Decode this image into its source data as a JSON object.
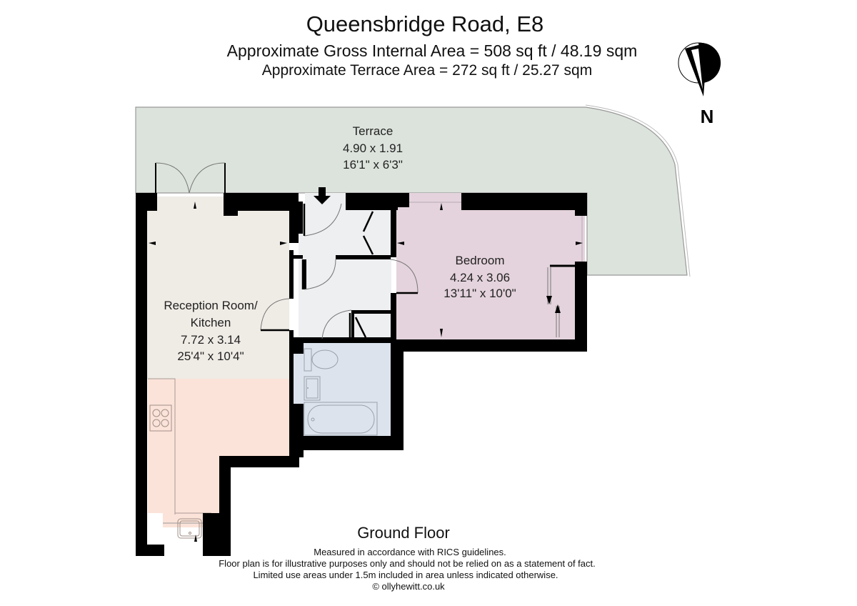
{
  "header": {
    "title": "Queensbridge Road, E8",
    "gross_internal_area": "Approximate Gross Internal Area = 508 sq ft / 48.19 sqm",
    "terrace_area": "Approximate Terrace Area = 272 sq ft / 25.27 sqm"
  },
  "compass": {
    "icon": "north-arrow-icon",
    "label": "N"
  },
  "rooms": {
    "terrace": {
      "name": "Terrace",
      "metric": "4.90 x 1.91",
      "imperial": "16'1\" x 6'3\"",
      "color": "#dce3dc"
    },
    "bedroom": {
      "name": "Bedroom",
      "metric": "4.24 x 3.06",
      "imperial": "13'11\" x 10'0\"",
      "color": "#e4d3dc"
    },
    "reception": {
      "name_line1": "Reception Room/",
      "name_line2": "Kitchen",
      "metric": "7.72 x 3.14",
      "imperial": "25'4\" x 10'4\"",
      "color": "#efebe5"
    },
    "kitchen_area": {
      "color": "#fbe3d9"
    },
    "hallway": {
      "color": "#eeeff1"
    },
    "bathroom": {
      "color": "#dce3ec"
    }
  },
  "colors": {
    "wall": "#000000",
    "outline": "#888888"
  },
  "footer": {
    "floor_label": "Ground Floor",
    "note1": "Measured in accordance with RICS guidelines.",
    "note2": "Floor plan is for illustrative purposes only and should not be relied on as a statement of fact.",
    "note3": "Limited use areas under 1.5m included in area unless indicated otherwise.",
    "copyright": "© ollyhewitt.co.uk"
  }
}
